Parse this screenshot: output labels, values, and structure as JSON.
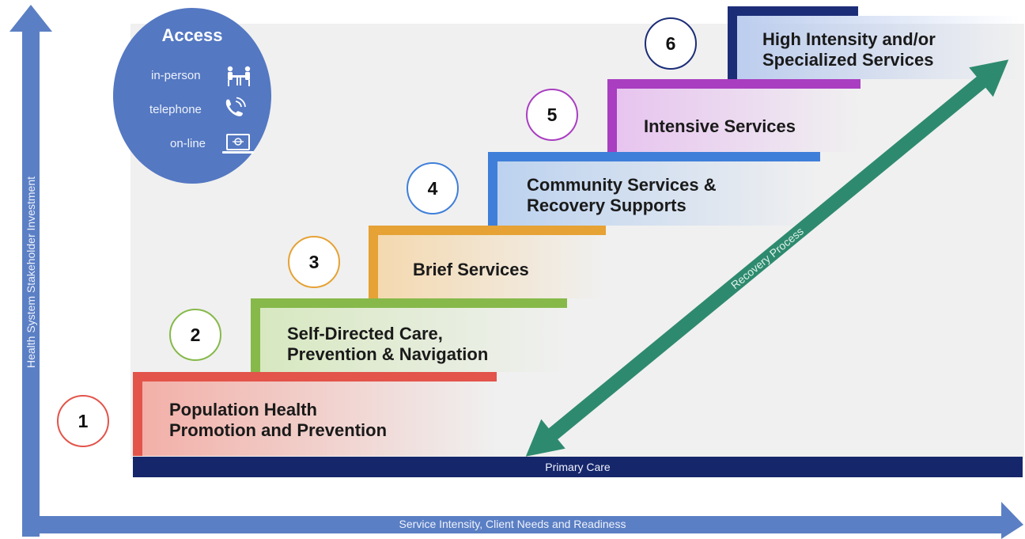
{
  "colors": {
    "axis": "#5b7fc4",
    "primary_care": "#16266b",
    "recovery_arrow": "#2e8a6e",
    "access_circle": "#5478c2",
    "step1": "#e3544a",
    "step2": "#86b94a",
    "step3": "#e6a234",
    "step4": "#3f7fd9",
    "step5": "#a93ec1",
    "step6": "#1c2d78"
  },
  "axes": {
    "y_label": "Health System Stakeholder Investment",
    "x_label": "Service Intensity, Client Needs and Readiness"
  },
  "primary_care": {
    "label": "Primary Care"
  },
  "recovery": {
    "label": "Recovery Process"
  },
  "access": {
    "title": "Access",
    "items": [
      {
        "label": "in-person",
        "icon": "people-at-table-icon"
      },
      {
        "label": "telephone",
        "icon": "phone-ringing-icon"
      },
      {
        "label": "on-line",
        "icon": "laptop-icon"
      }
    ]
  },
  "steps": [
    {
      "number": "1",
      "line1": "Population Health",
      "line2": "Promotion and Prevention"
    },
    {
      "number": "2",
      "line1": "Self-Directed Care,",
      "line2": "Prevention & Navigation"
    },
    {
      "number": "3",
      "line1": "Brief Services",
      "line2": ""
    },
    {
      "number": "4",
      "line1": "Community Services &",
      "line2": "Recovery Supports"
    },
    {
      "number": "5",
      "line1": "Intensive Services",
      "line2": ""
    },
    {
      "number": "6",
      "line1": "High Intensity and/or",
      "line2": "Specialized Services"
    }
  ]
}
